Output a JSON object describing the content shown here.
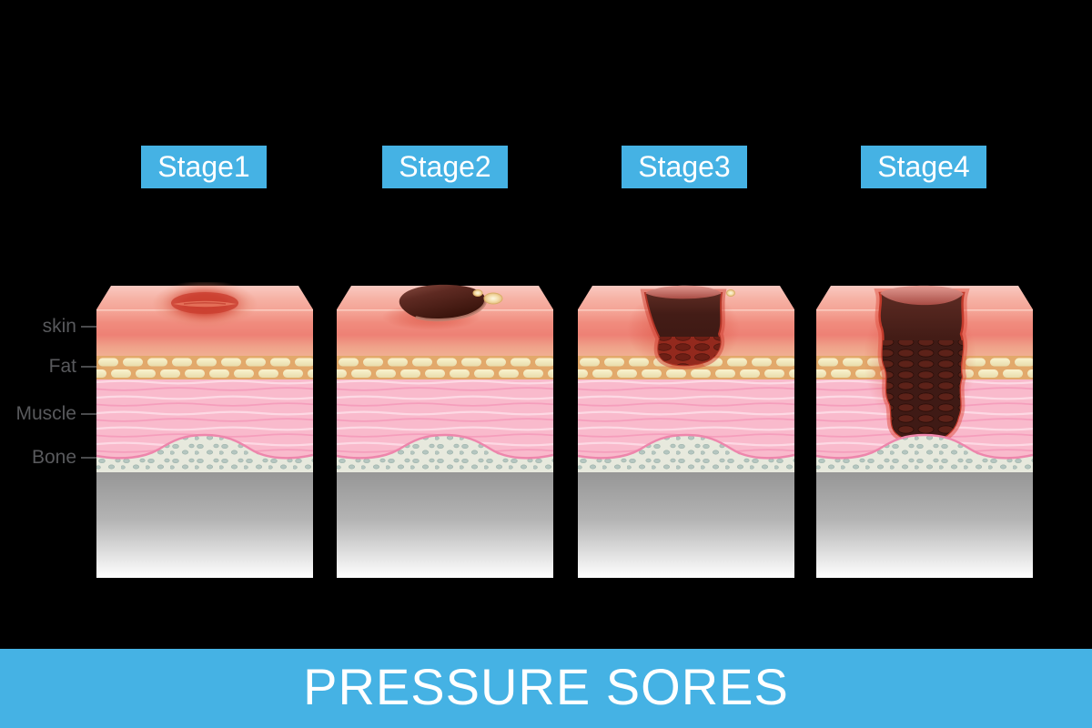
{
  "banner": {
    "title": "PRESSURE SORES"
  },
  "stages": [
    {
      "label": "Stage1",
      "depicts": "red sore area on intact skin surface"
    },
    {
      "label": "Stage2",
      "depicts": "shallow open wound with small blisters"
    },
    {
      "label": "Stage3",
      "depicts": "deep wound through skin reaching fat layer"
    },
    {
      "label": "Stage4",
      "depicts": "deep wound through fat and muscle down to bone"
    }
  ],
  "layers": [
    {
      "label": "skin"
    },
    {
      "label": "Fat"
    },
    {
      "label": "Muscle"
    },
    {
      "label": "Bone"
    }
  ],
  "colors": {
    "background": "#000000",
    "accent_blue": "#45b2e4",
    "banner_text": "#ffffff",
    "label_text": "#58595c",
    "leader_line": "#4a4b4d",
    "skin": "#ee8375",
    "skin_top_face": "#f8c5bc",
    "fat_base": "#e2a96b",
    "fat_cobble": "#f6efc7",
    "muscle": "#f9bacc",
    "muscle_border": "#ee86ac",
    "bone_base": "#e7e9dd",
    "bone_pebble": "#b5c6c0",
    "ground_gray": "#969696",
    "sore_red": "#c63a2b",
    "wound_dark": "#3f1a14",
    "wound_lip_pink": "#d88d85"
  }
}
